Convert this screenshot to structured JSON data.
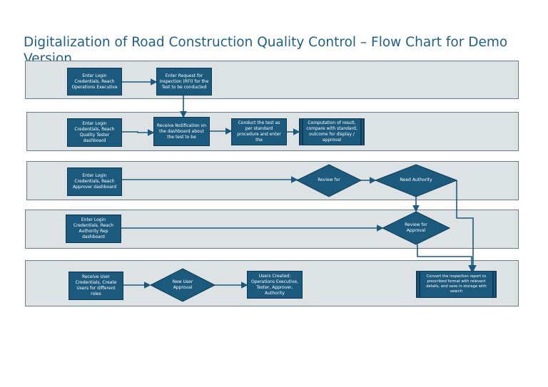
{
  "title": "Digitalization of Road Construction Quality Control – Flow Chart for Demo Version",
  "nodes": {
    "ops_login": "Enter Login Credentials, Reach Operations Executive",
    "ops_rfi": "Enter Request for Inspection (RFI) for the Test to be conducted",
    "tester_login": "Enter Login Credentials, Reach Quality Tester dashboard",
    "tester_notify": "Receive Notification on the dashboard about the test to be",
    "tester_conduct": "Conduct the test as per standard procedure and enter the",
    "tester_compute": "Computation of result, compare with standard, outcome for display / approval",
    "approver_login": "Enter Login Credentials, Reach Approver dashboard",
    "approver_review": "Review for",
    "approver_need": "Need Authority",
    "authority_login": "Enter Login Credentials, Reach Authority Rep dashboard",
    "authority_review": "Review for Approval",
    "admin_receive": "Receive User Credentials, Create Users for different roles",
    "admin_approval": "New User Approval",
    "admin_created": "Users Created: Operations Executive, Tester, Approver, Authority",
    "convert_report": "Convert the inspection report to prescribed format with relevant details, and save in storage with search"
  },
  "colors": {
    "lane_fill": "#dde2e5",
    "node_fill": "#1c5a7d",
    "connector": "#1c5a7d",
    "title": "#1f5f86"
  }
}
